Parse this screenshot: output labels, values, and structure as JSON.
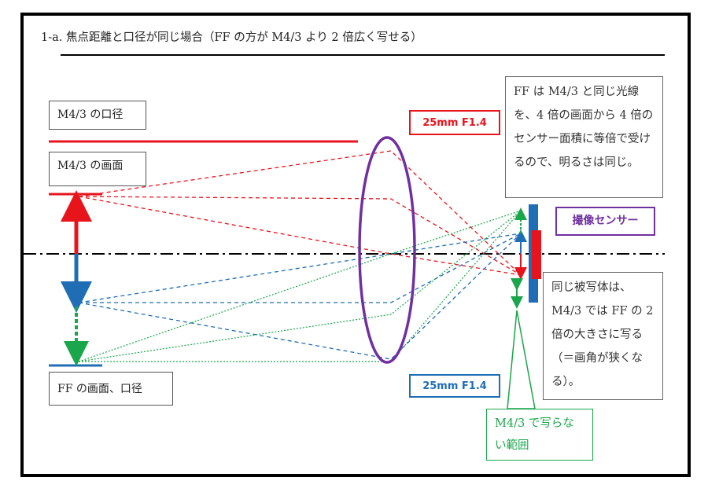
{
  "title": "1-a. 焦点距離と口径が同じ場合（FF の方が M4/3 より 2 倍広く写せる）",
  "labels": {
    "m43_aperture": "M4/3 の口径",
    "m43_frame": "M4/3 の画面",
    "ff_frame": "FF の画面、口径",
    "lens_red": "25mm F1.4",
    "lens_blue": "25mm F1.4",
    "sensor": "撮像センサー",
    "note_brightness": "FF は M4/3 と同じ光線を、4 倍の画面から 4 倍のセンサー面積に等倍で受けるので、明るさは同じ。",
    "note_size": "同じ被写体は、M4/3 では FF の 2 倍の大きさに写る（＝画角が狭くなる）。",
    "note_outside": "M4/3 で写らない範囲"
  },
  "colors": {
    "red": "#e8141c",
    "blue": "#1f6db5",
    "green": "#1aa64a",
    "purple": "#7030a0"
  }
}
